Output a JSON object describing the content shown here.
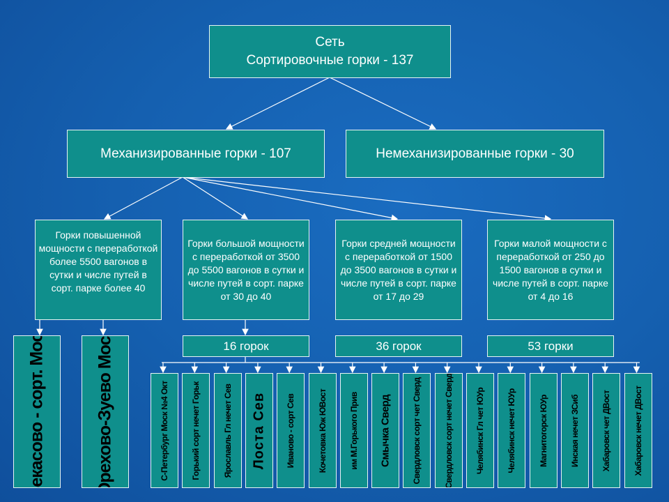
{
  "root": {
    "line1": "Сеть",
    "line2": "Сортировочные горки - 137"
  },
  "level2": [
    "Механизированные горки - 107",
    "Немеханизированные горки - 30"
  ],
  "level3": [
    "Горки повышенной мощности с переработкой более 5500 вагонов в сутки и числе путей в сорт. парке более 40",
    "Горки большой мощности с переработкой от 3500 до 5500 вагонов в сутки и числе путей в сорт. парке от 30 до 40",
    "Горки средней мощности с переработкой от 1500 до 3500 вагонов в сутки и числе путей в сорт. парке от 17 до 29",
    "Горки малой мощности с переработкой от 250 до 1500 вагонов в сутки и числе путей в сорт. парке от 4 до 16"
  ],
  "counts": [
    "16 горок",
    "36 горок",
    "53 горки"
  ],
  "highest": [
    "Бекасово - сорт. Моск",
    "Орехово-Зуево Моск"
  ],
  "stations": [
    "С-Петербург Моск №4 Окт",
    "Горький сорт нечет Горьк",
    "Ярославль Гл нечет Сев",
    "Лоста Сев",
    "Иваново - сорт Сев",
    "Кочетовка Юж ЮВост",
    "им М.Горького Прив",
    "Смычка Сверд",
    "Свердловск сорт чет Сверд",
    "Свердловск сорт нечет Сверд",
    "Челябинск Гл чет ЮУр",
    "Челябинск нечет ЮУр",
    "Магнитогорск ЮУр",
    "Инская нечет ЗСиб",
    "Хабаровск чет ДВост",
    "Хабаровск нечет ДВост"
  ],
  "colors": {
    "background": "#1560b0",
    "box": "#0f8f8c",
    "border": "#e8f4f4"
  }
}
